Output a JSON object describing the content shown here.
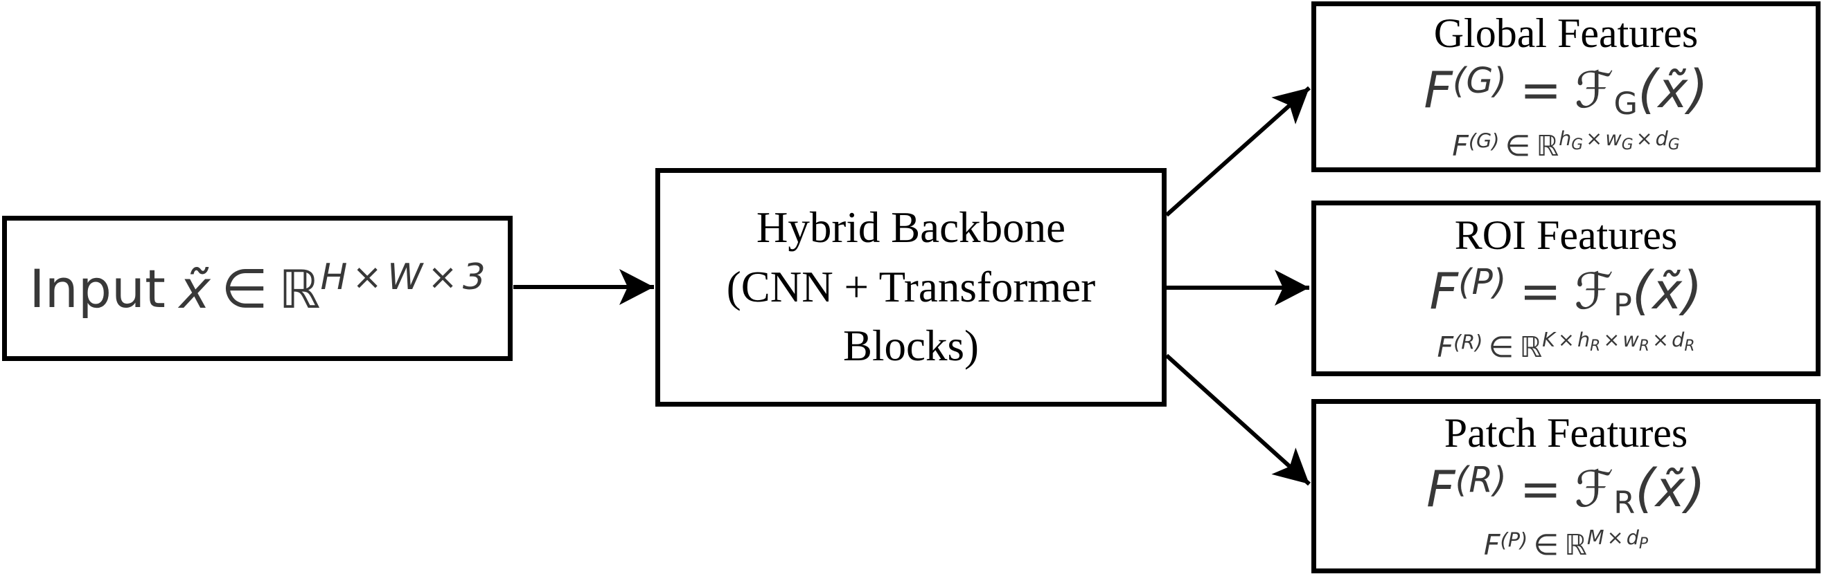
{
  "colors": {
    "box_border": "#000000",
    "serif_text": "#000000",
    "math_text": "#383838",
    "background": "#ffffff",
    "arrow": "#000000"
  },
  "input_box": {
    "label": "Input",
    "variable": "x̃",
    "element_of": "∈",
    "real_set": "ℝ",
    "exponent_parts": [
      {
        "t": "H"
      },
      {
        "t": "×"
      },
      {
        "t": "W"
      },
      {
        "t": "×"
      },
      {
        "t": "3"
      }
    ]
  },
  "backbone_box": {
    "lines": [
      "Hybrid Backbone",
      "(CNN + Transformer",
      "Blocks)"
    ]
  },
  "output_boxes": [
    {
      "title": "Global Features",
      "formula": {
        "lhs": "F",
        "lhs_sup": "(G)",
        "equals": "=",
        "map": "ℱ",
        "map_sub": "G",
        "open_paren": "(",
        "argument": "x̃",
        "close_paren": ")"
      },
      "dim": {
        "lhs": "F",
        "lhs_sup": "(G)",
        "element_of": "∈",
        "real_set": "ℝ",
        "exponent_parts": [
          {
            "t": "h",
            "s": "G"
          },
          {
            "t": "×"
          },
          {
            "t": "w",
            "s": "G"
          },
          {
            "t": "×"
          },
          {
            "t": "d",
            "s": "G"
          }
        ]
      }
    },
    {
      "title": "ROI Features",
      "formula": {
        "lhs": "F",
        "lhs_sup": "(P)",
        "equals": "=",
        "map": "ℱ",
        "map_sub": "P",
        "open_paren": "(",
        "argument": "x̃",
        "close_paren": ")"
      },
      "dim": {
        "lhs": "F",
        "lhs_sup": "(R)",
        "element_of": "∈",
        "real_set": "ℝ",
        "exponent_parts": [
          {
            "t": "K"
          },
          {
            "t": "×"
          },
          {
            "t": "h",
            "s": "R"
          },
          {
            "t": "×"
          },
          {
            "t": "w",
            "s": "R"
          },
          {
            "t": "×"
          },
          {
            "t": "d",
            "s": "R"
          }
        ]
      }
    },
    {
      "title": "Patch Features",
      "formula": {
        "lhs": "F",
        "lhs_sup": "(R)",
        "equals": "=",
        "map": "ℱ",
        "map_sub": "R",
        "open_paren": "(",
        "argument": "x̃",
        "close_paren": ")"
      },
      "dim": {
        "lhs": "F",
        "lhs_sup": "(P)",
        "element_of": "∈",
        "real_set": "ℝ",
        "exponent_parts": [
          {
            "t": "M"
          },
          {
            "t": "×"
          },
          {
            "t": "d",
            "s": "P"
          }
        ]
      }
    }
  ]
}
